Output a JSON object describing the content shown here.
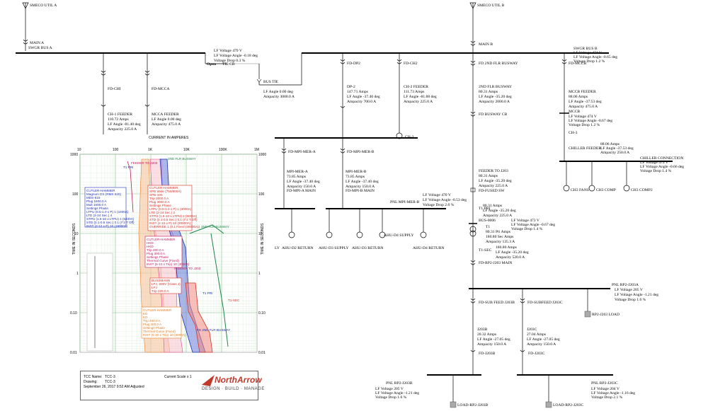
{
  "utilities": {
    "util_a": "SMECO UTIL A",
    "util_b": "SMECO UTIL B"
  },
  "mains": {
    "main_a": "MAIN A",
    "main_b": "MAIN B"
  },
  "buses": {
    "bus_a": "SWGR BUS A",
    "bus_a_lf": [
      "LF Voltage 479 V",
      "LF Voltage Angle -0.18 deg",
      "Voltage Drop 0.3 %"
    ],
    "bus_b": "SWGR BUS B",
    "bus_b_lf": [
      "LF Voltage 474 V",
      "LF Voltage Angle -0.65 deg",
      "Voltage Drop 1.2 %"
    ],
    "tie_open": "Open",
    "tie_label": "TIE CB",
    "bus_tie": "BUS TIE",
    "bus_tie_lf": [
      "LF Angle 0.00 deg",
      "Ampacity 3000.0 A"
    ]
  },
  "left_feeders": {
    "fd_chi": "FD-CHI",
    "fd_mcca": "FD-MCCA",
    "ch1": [
      "CH-1 FEEDER",
      "110.72 Amps",
      "LF Angle -81.40 deg",
      "Ampacity 225.0 A"
    ],
    "mcca": [
      "MCCA FEEDER",
      "LF Angle 0.00 deg",
      "Ampacity 475.0 A"
    ]
  },
  "dp_branch": {
    "fd_dp2": "FD-DP2",
    "fd_ch2": "FD-CH2",
    "dp2": [
      "DP-2",
      "147.71 Amps",
      "LF Angle -37.40 deg",
      "Ampacity 700.0 A"
    ],
    "ch2": [
      "CH-2 FEEDER",
      "111.73 Amps",
      "LF Angle -81.88 deg",
      "Ampacity 225.0 A"
    ],
    "ch2_load": "CH-2",
    "fd_mpi_a": "FD-MPI-MER-A",
    "fd_mpi_b": "FD-MPI-MER-B",
    "mpi_a": [
      "MPI-MER-A",
      "73.85 Amps",
      "LF Angle -37.40 deg",
      "Ampacity 150.0 A"
    ],
    "mpi_b": [
      "MPI-MER-B",
      "73.85 Amps",
      "LF Angle -37.40 deg",
      "Ampacity 150.0 A"
    ],
    "mpi_a_main": "FD-MPI-A MAIN",
    "mpi_b_main": "FD-MPI-B MAIN",
    "pnl_mpi_b": "PNL MPI-MER-B",
    "pnl_mpi_b_lf": [
      "LF Voltage 470 V",
      "LF Voltage Angle -0.53 deg",
      "Voltage Drop 2.0 %"
    ],
    "loads": [
      "LY",
      "AHU-D2 RETURN",
      "AHU-D3 SUPPLY",
      "AHU-D3 RETURN",
      "AHU-D4 SUPPLY",
      "AHU-D4 RETURN"
    ]
  },
  "busway": {
    "fd_2nd": "FD 2ND FLR BUSWAY",
    "flr2": [
      "2ND FLR BUSWAY",
      "80.31 Amps",
      "LF Angle -35.20 deg",
      "Ampacity 2000.0 A"
    ],
    "fd_busway_cb": "FD BUSWAY CB",
    "feeder_j203": [
      "FEEDER TO J203",
      "80.31 Amps",
      "LF Angle -35.20 deg",
      "Ampacity 225.0 A"
    ],
    "fd_fused": "FD-FUSED SW",
    "t1_pri": "T1 PRI",
    "t1_pri_data": [
      "80.31 Amps",
      "LF Angle -35.20 deg",
      "Ampacity 225.0 A"
    ],
    "bus0006": "BUS-0006",
    "bus0006_lf": [
      "LF Voltage 473 V",
      "LF Voltage Angle -0.67 deg",
      "Voltage Drop 1.4 %"
    ],
    "t1": [
      "T1",
      "80.31 Pri Amps",
      "180.80 Sec Amps",
      "Ampacity 135.3 A"
    ],
    "t1_sec": "T1-SEC",
    "t1_sec_data": [
      "180.80 Amps",
      "LF Angle -35.20 deg",
      "Ampacity 520.0 A"
    ],
    "fd_rp2": "FD-RP2-J203 MAIN"
  },
  "right_branch": {
    "fd_mccb": "FD-MCCB",
    "mccb_feeder": [
      "MCCB FEEDER",
      "88.06 Amps",
      "LF Angle -37.53 deg",
      "Ampacity 475.0 A"
    ],
    "mccb": "MCCB",
    "mccb_lf": [
      "LF Voltage 474 V",
      "LF Voltage Angle -0.67 deg",
      "Voltage Drop 1.2 %"
    ],
    "ch3": "CH-3",
    "chiller_feeder": "CHILLER FEEDER",
    "chiller_feeder_data": [
      "88.06 Amps",
      "LF Angle -37.53 deg",
      "Ampacity 250.0 A"
    ],
    "chiller_conn": "CHILLER CONNECTION",
    "chiller_conn_lf": [
      "LF Voltage 473 V",
      "LF Voltage Angle -0.66 deg",
      "Voltage Drop 1.4 %"
    ],
    "loads": [
      "CH3 FANS",
      "CH3 COMP",
      "CH3 COMP2"
    ]
  },
  "panel_j203a": {
    "name": "PNL RP2-J203A",
    "lf": [
      "LF Voltage 205 V",
      "LF Voltage Angle -1.21 deg",
      "Voltage Drop 1.6 %"
    ],
    "load": "RP2-J203 LOAD",
    "fd_sub_b": "FD-SUB FEED J203B",
    "fd_sub_c": "FD-SUBFEED J203C",
    "j203b": [
      "J203B",
      "20.32 Amps",
      "LF Angle -27.05 deg",
      "Ampacity 150.0 A"
    ],
    "j203c": [
      "J203C",
      "27.04 Amps",
      "LF Angle -27.05 deg",
      "Ampacity 150.0 A"
    ],
    "fd_j203b": "FD-J203B",
    "fd_j203c": "FD-J203C",
    "pnl_b": "PNL RP2-J203B",
    "pnl_b_lf": [
      "LF Voltage 205 V",
      "LF Voltage Angle -1.21 deg",
      "Voltage Drop 1.6 %"
    ],
    "pnl_c": "PNL RP2-J203C",
    "pnl_c_lf": [
      "LF Voltage 204 V",
      "LF Voltage Angle -1.16 deg",
      "Voltage Drop 2.1 %"
    ],
    "load_b": "LOAD-RP2-J203B",
    "load_c": "LOAD-RP2-J203C"
  },
  "tcc": {
    "title": "CURRENT IN AMPERES",
    "y_label": "TIME IN SECONDS",
    "x_ticks": [
      "10",
      "100",
      "1K",
      "10K",
      "100K",
      "1M"
    ],
    "y_ticks": [
      "1000",
      "100",
      "10",
      "1",
      "0.10",
      "0.01"
    ],
    "curve_labels": [
      "2ND FLR BUSWAY",
      "FEEDER TO J203",
      "T1 PRI",
      "T1-SEC",
      "FD 2ND FLR BUSWAY",
      "T1 PRI"
    ],
    "box_cutler1": [
      "CUTLER-HAMMER",
      "Magnum DS (RMS 520)",
      "MDS-616",
      "Plug 1600.0 A",
      "Mult 1600.0 A",
      "Settings Phase",
      "LTPU (0.5-1.0 x P) 1 (1600A)",
      "LTD (2-24 Sec.) 4",
      "STPU (1.5-10 x LTPU) 4 (6400A)",
      "STD (0.1-0.5 Sec.) 0.1 (I^2 T Off)",
      "INST (2-12 x P) 10 (16000A)"
    ],
    "box_cutler2": [
      "CUTLER-HAMMER",
      "SPB Wide (750/800A)",
      "SPB-100",
      "Trip 3000.0 A",
      "Plug 3000.0 A",
      "Settings Phase",
      "LTPU (0.5-1.0 x P) 1 (3000A)",
      "LTD (2-24 Sec.) 2",
      "STPU (1.5-10 x LTPU) 2 (6000A)",
      "STD (0.1-0.5 Sec.) 0.1 (I^2 T Off)",
      "INST (2-15 x P) 10 (30000A)",
      "OVERRIDE 1 (0.1 Fixed (30000A))"
    ],
    "box_cutler3": [
      "CUTLER-HAMMER",
      "HKD",
      "HKD",
      "Trip 300.0 A",
      "Plug 300.0 A",
      "Settings Phase",
      "Thermal Curve (Fixed)",
      "INST (5-10 x Trip) 10 (3000A)"
    ],
    "box_bussman": [
      "BUSSMANN",
      "LPJ, 600V (Class J)",
      "LPJ",
      "Trip 225.0 A"
    ],
    "box_cutler4": [
      "CUTLER-HAMMER",
      "KD",
      "KD",
      "Trip 400.0 A",
      "Plug 400.0 A",
      "Settings Phase",
      "Thermal Curve (Fixed)",
      "INST (5-10 x Trip) 10 (3000A)"
    ],
    "footer": {
      "line1_label": "TCC Name:",
      "line1_value": "TCC-3",
      "line2_label": "Drawing:",
      "line2_value": "TCC-3",
      "date": "September 26, 2017   9:52 AM   Adjusted",
      "scale_label": "Current Scale  x 1"
    }
  },
  "logo": {
    "name": "NorthArrow",
    "tagline": "DESIGN · BUILD · MANAGE"
  }
}
